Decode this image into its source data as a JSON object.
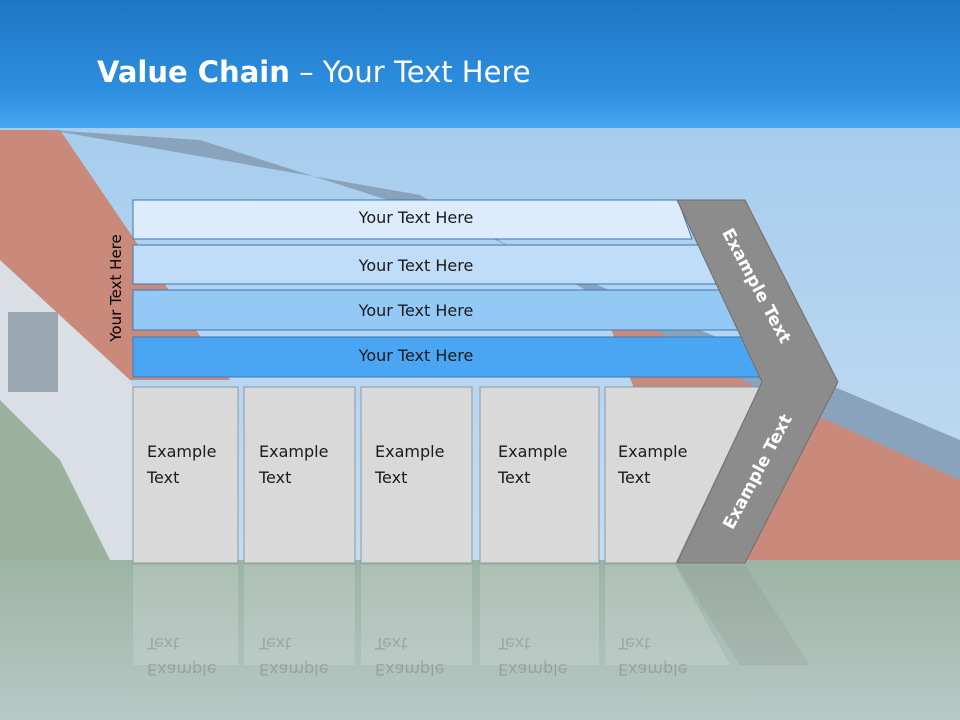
{
  "header": {
    "title_bold": "Value Chain",
    "title_rest": " – Your Text Here"
  },
  "side_label": "Your Text Here",
  "bars": [
    {
      "label": "Your Text Here",
      "color": "#dcecfc"
    },
    {
      "label": "Your Text Here",
      "color": "#bfdcf9"
    },
    {
      "label": "Your Text Here",
      "color": "#94c9f6"
    },
    {
      "label": "Your Text Here",
      "color": "#4aa6f2"
    }
  ],
  "boxes": [
    {
      "line1": "Example",
      "line2": "Text"
    },
    {
      "line1": "Example",
      "line2": "Text"
    },
    {
      "line1": "Example",
      "line2": "Text"
    },
    {
      "line1": "Example",
      "line2": "Text"
    },
    {
      "line1": "Example",
      "line2": "Text"
    }
  ],
  "chevron": {
    "upper_label": "Example Text",
    "lower_label": "Example Text",
    "color": "#8c8c8c"
  }
}
